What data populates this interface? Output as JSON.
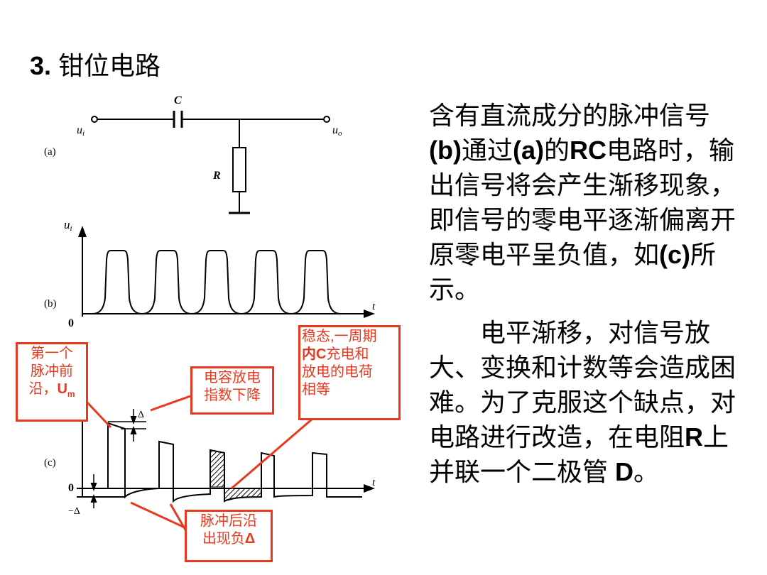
{
  "title": {
    "number": "3.",
    "text": "钳位电路"
  },
  "figure": {
    "panel_a": {
      "label": "(a)",
      "input_symbol": "u",
      "input_sub": "i",
      "output_symbol": "u",
      "output_sub": "o",
      "capacitor": "C",
      "resistor": "R"
    },
    "panel_b": {
      "label": "(b)",
      "y_symbol": "u",
      "y_sub": "i",
      "x_axis": "t",
      "origin": "0"
    },
    "panel_c": {
      "label": "(c)",
      "x_axis": "t",
      "origin": "0",
      "delta_top": "Δ",
      "delta_neg": "−Δ"
    }
  },
  "callouts": {
    "first_pulse": {
      "line1": "第一个",
      "line2": "脉冲前",
      "line3": "沿，",
      "line3_bold": "U",
      "line3_sub": "m"
    },
    "cap_discharge": {
      "line1": "电容放电",
      "line2": "指数下降"
    },
    "steady_state": {
      "line1": "稳态,一周期",
      "line2_bold": "内C",
      "line2": "充电和",
      "line3": "放电的电荷",
      "line4": "相等"
    },
    "trailing_edge": {
      "line1": "脉冲后沿",
      "line2": "出现负",
      "line2_bold": "Δ"
    }
  },
  "paragraph1": {
    "s1": "含有直流成分的脉冲信号",
    "b1": "(b)",
    "s2": "通过",
    "b2": "(a)",
    "s3": "的",
    "b3": "RC",
    "s4": "电路时，输出信号将会产生渐移现象，即信号的零电平逐渐偏离开原零电平呈负值，如",
    "b4": "(c)",
    "s5": "所示。"
  },
  "paragraph2": {
    "s1": "电平渐移，对信号放大、变换和计数等会造成困难。为了克服这个缺点，对电路进行改造，在电阻",
    "b1": "R",
    "s2": "上并联一个二极管",
    "b2": " D",
    "s3": "。"
  }
}
